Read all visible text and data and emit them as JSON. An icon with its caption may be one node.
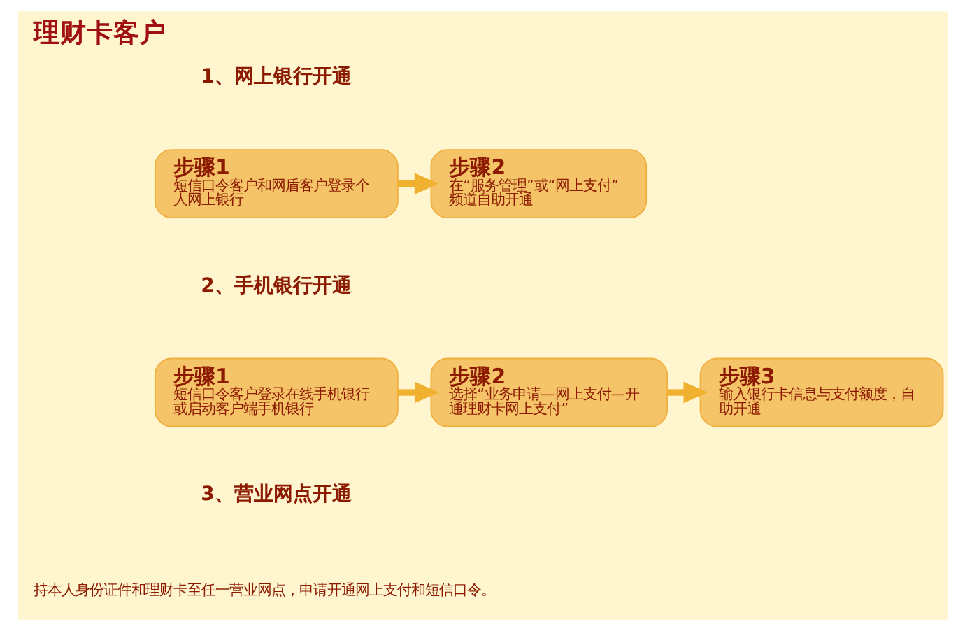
{
  "diagram": {
    "title": "理财卡客户",
    "nodes": [
      {
        "text": [
          "步骤1",
          "短信口令客户和网盾客户登录个人网上银行"
        ]
      },
      {
        "text": [
          "步骤2",
          "在“服务管理”或“网上支付”频道自助开通"
        ]
      },
      {
        "text": [
          "步骤1",
          "短信口令客户登录在线手机银行或启动客户端手机银行"
        ]
      },
      {
        "text": [
          "步骤2",
          "选择“业务申请—网上支付—开通理财卡网上支付”"
        ]
      },
      {
        "text": [
          "步骤3",
          "输入银行卡信息与支付额度，自助开通"
        ]
      }
    ],
    "edges": [
      {
        "from": 0,
        "to": 1,
        "arrow": "to"
      },
      {
        "from": 2,
        "to": 3,
        "arrow": "to"
      },
      {
        "from": 3,
        "to": 4,
        "arrow": "to"
      }
    ],
    "labels": [
      "1、网上银行开通",
      "2、手机银行开通",
      "3、营业网点开通",
      "持本人身份证件和理财卡至任一营业网点，申请开通网上支付和短信口令。"
    ]
  }
}
